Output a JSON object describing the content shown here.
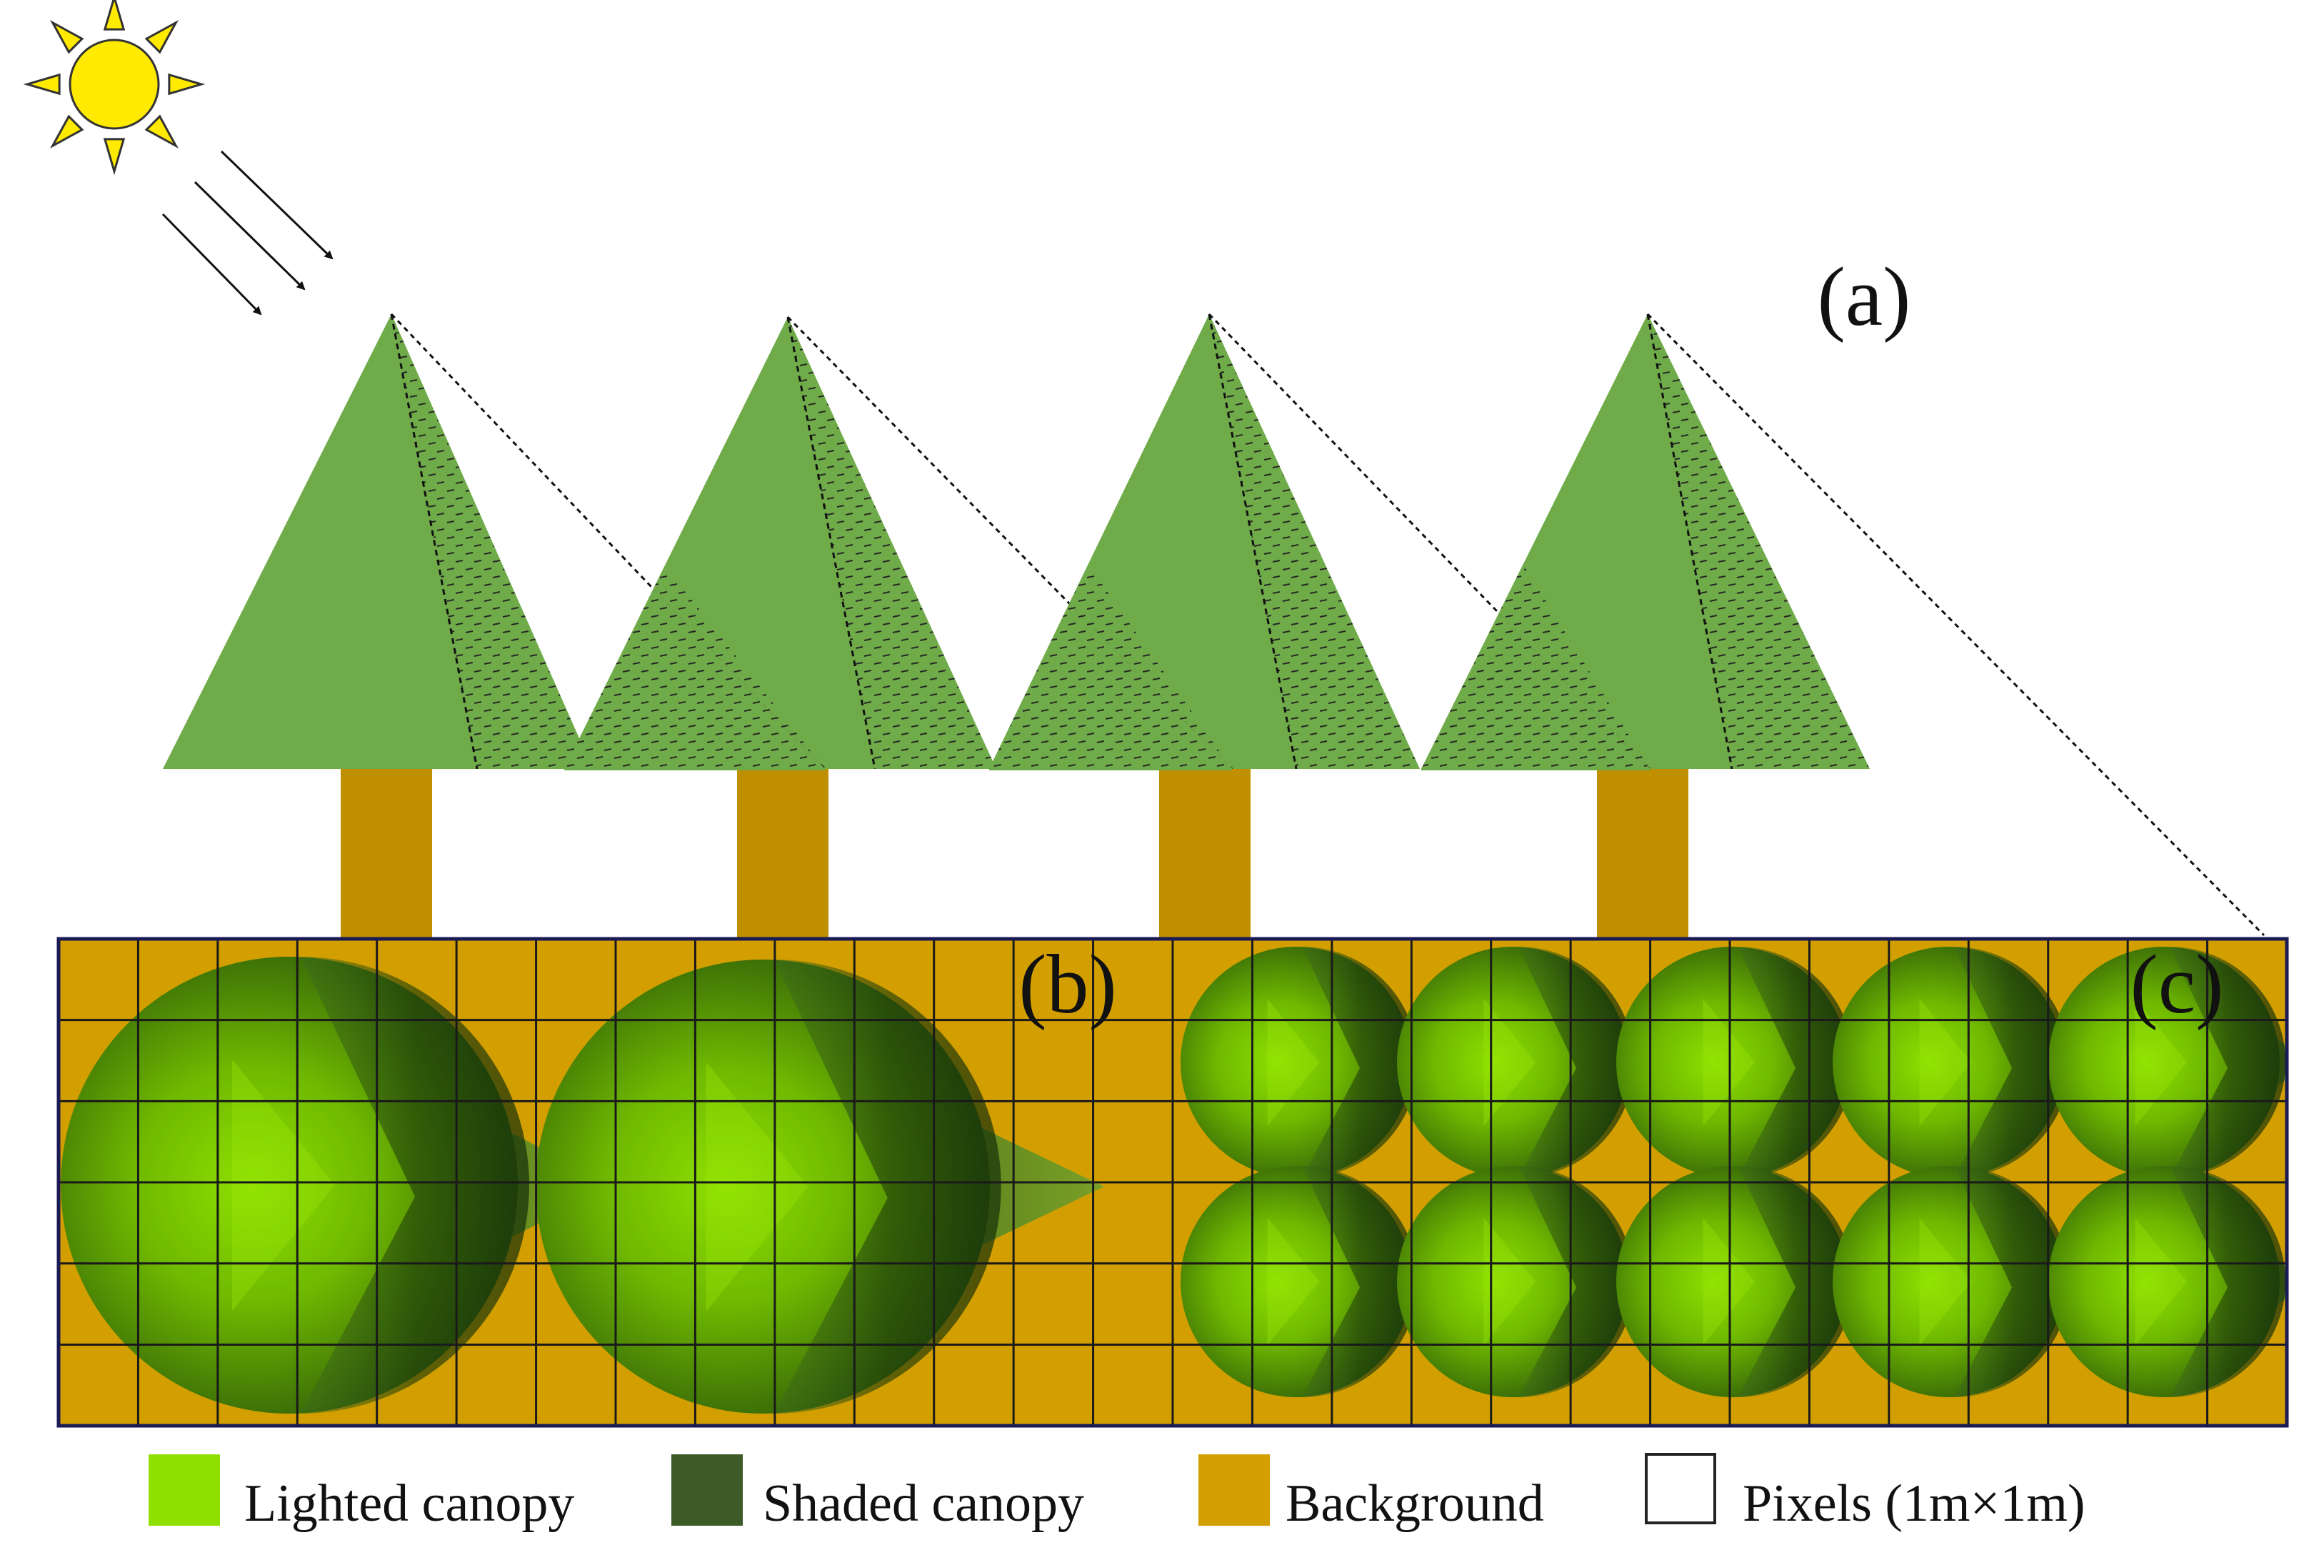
{
  "labels": {
    "panel_a": "(a)",
    "panel_b": "(b)",
    "panel_c": "(c)"
  },
  "legend": [
    {
      "key": "lighted",
      "label": "Lighted canopy",
      "color": "#8fe000"
    },
    {
      "key": "shaded",
      "label": "Shaded canopy",
      "color": "#3d5b27"
    },
    {
      "key": "background",
      "label": "Background",
      "color": "#d39f00"
    },
    {
      "key": "pixels",
      "label": "Pixels (1m×1m)",
      "color": "#ffffff"
    }
  ],
  "colors": {
    "tree_crown": "#70ab4a",
    "trunk": "#bf8f00",
    "background_ground": "#d39f00",
    "sun": "#ffea00",
    "lighted_canopy": "#8fe000",
    "shaded_canopy": "#2a4a12",
    "grid_line": "#1a1a1a"
  },
  "icons": {
    "sun": "sun-icon",
    "rays": "sunlight-arrow-icon"
  }
}
